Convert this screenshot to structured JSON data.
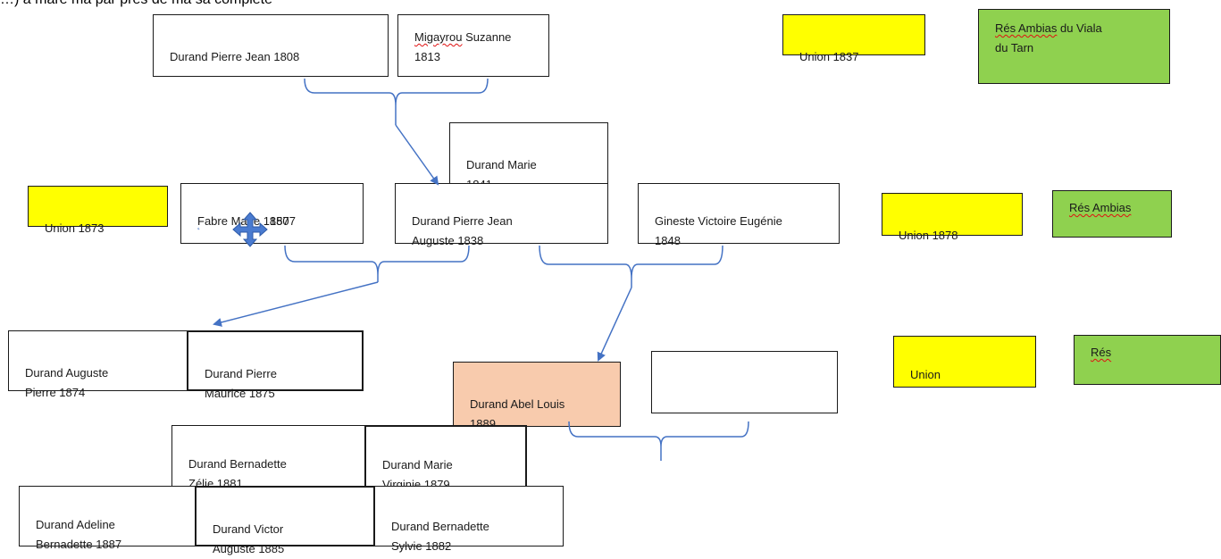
{
  "header_fragment": "…) a mare ma par pres de ma sa complete",
  "persons": {
    "durand_pierre_jean_1808": "Durand Pierre Jean 1808",
    "migayrou_surname": "Migayrou",
    "migayrou_rest": " Suzanne\n1813",
    "durand_marie_1841": "Durand Marie\n1841",
    "fabre_marie_line1": "Fabre Marie 1850",
    "fabre_marie_year": "1877",
    "durand_pierre_jean_auguste": "Durand Pierre Jean\nAuguste 1838",
    "gineste_victoire": "Gineste Victoire Eugénie\n1848",
    "durand_auguste_pierre": "Durand Auguste\nPierre 1874",
    "durand_pierre_maurice": "Durand Pierre\nMaurice 1875",
    "durand_abel_louis": "Durand Abel Louis\n1889",
    "empty_box": "",
    "durand_bernadette_zelie": "Durand Bernadette\nZélie 1881",
    "durand_marie_virginie": "Durand Marie\nVirginie 1879",
    "durand_adeline": "Durand Adeline\nBernadette 1887",
    "durand_victor": "Durand Victor\nAuguste 1885",
    "durand_bernadette_sylvie": "Durand Bernadette\nSylvie 1882"
  },
  "unions": {
    "union_1837": "Union 1837",
    "union_1873": "Union 1873",
    "union_1878": "Union 1878",
    "union_blank": "Union"
  },
  "residences": {
    "res1_underlined": "Rés Ambias",
    "res1_rest": " du Viala\ndu Tarn",
    "res2_underlined": "Rés Ambias",
    "res3_underlined": "Rés"
  },
  "colors": {
    "union": "#ffff00",
    "residence": "#8fd14f",
    "highlight": "#f8cbad",
    "connector": "#4472c4",
    "spellcheck": "#e01010"
  },
  "icons": {
    "move_cursor": "move-arrows-icon"
  }
}
